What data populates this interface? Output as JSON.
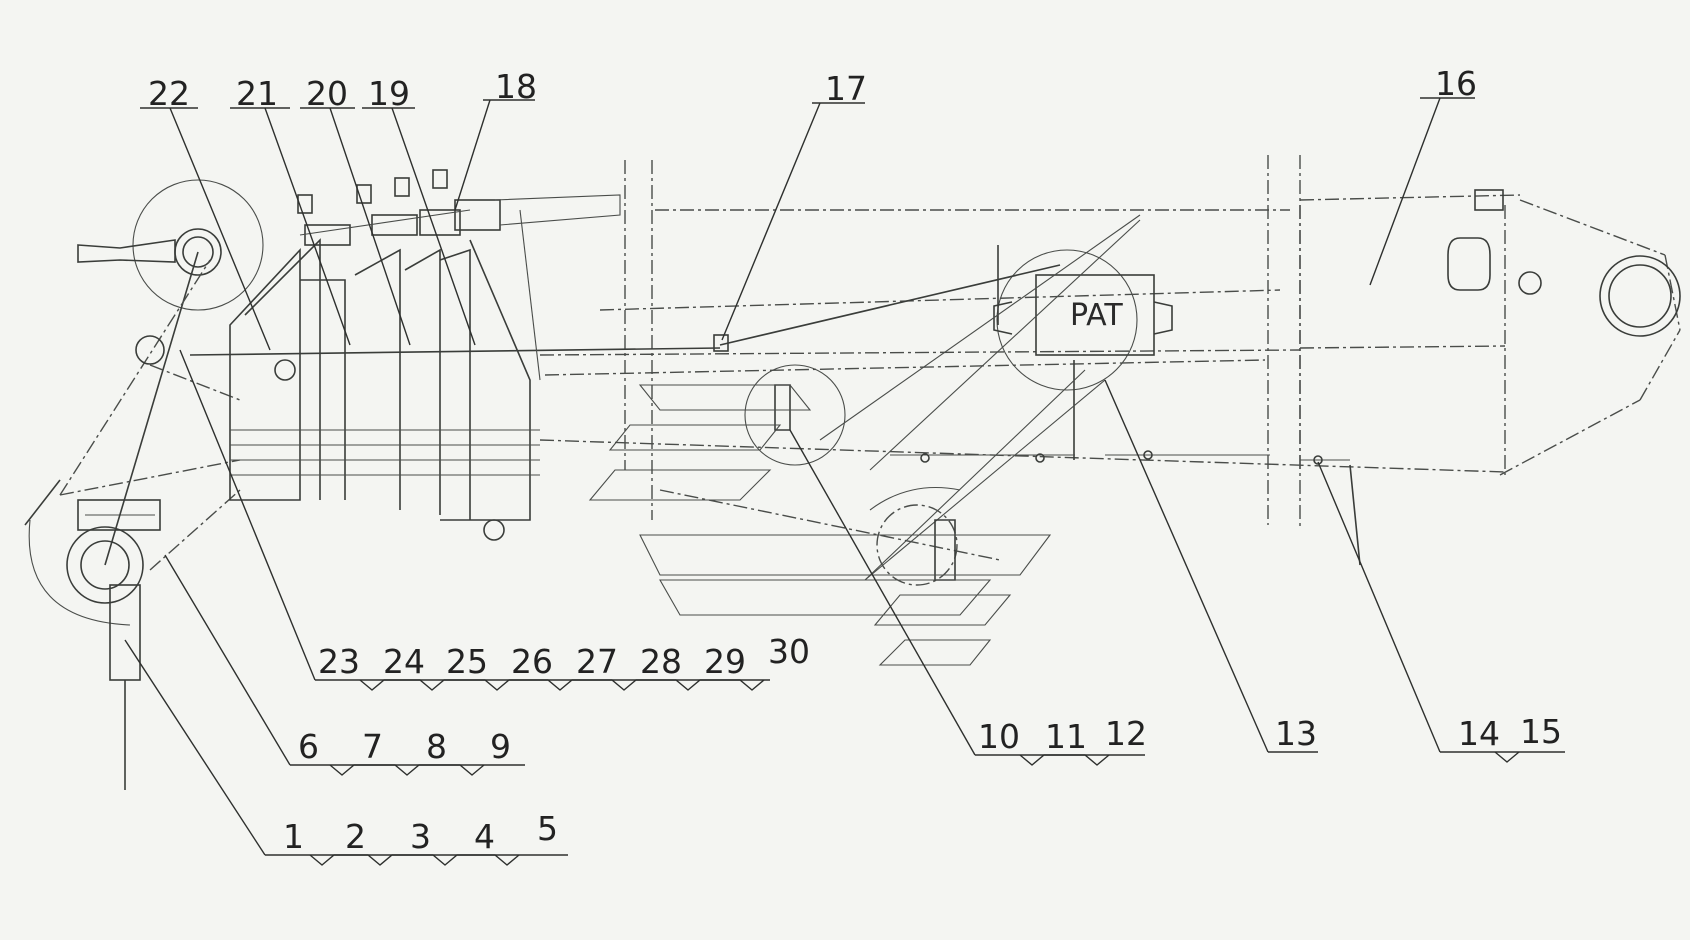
{
  "labels": {
    "l1": "1",
    "l2": "2",
    "l3": "3",
    "l4": "4",
    "l5": "5",
    "l6": "6",
    "l7": "7",
    "l8": "8",
    "l9": "9",
    "l10": "10",
    "l11": "11",
    "l12": "12",
    "l13": "13",
    "l14": "14",
    "l15": "15",
    "l16": "16",
    "l17": "17",
    "l18": "18",
    "l19": "19",
    "l20": "20",
    "l21": "21",
    "l22": "22",
    "l23": "23",
    "l24": "24",
    "l25": "25",
    "l26": "26",
    "l27": "27",
    "l28": "28",
    "l29": "29",
    "l30": "30"
  },
  "box_text": "PAT"
}
